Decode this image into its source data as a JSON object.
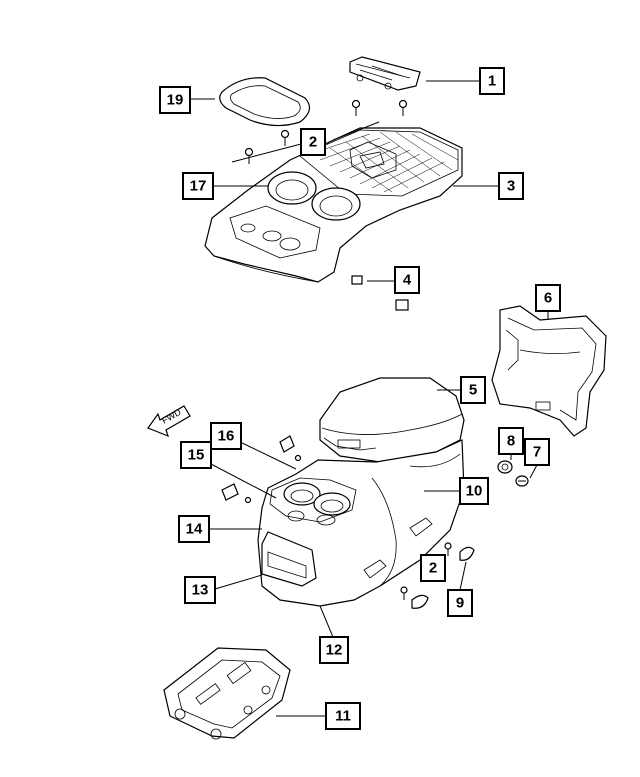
{
  "callouts": [
    {
      "id": "1",
      "label": "1"
    },
    {
      "id": "2a",
      "label": "2"
    },
    {
      "id": "3",
      "label": "3"
    },
    {
      "id": "4",
      "label": "4"
    },
    {
      "id": "5",
      "label": "5"
    },
    {
      "id": "6",
      "label": "6"
    },
    {
      "id": "7",
      "label": "7"
    },
    {
      "id": "8",
      "label": "8"
    },
    {
      "id": "9",
      "label": "9"
    },
    {
      "id": "10",
      "label": "10"
    },
    {
      "id": "11",
      "label": "11"
    },
    {
      "id": "12",
      "label": "12"
    },
    {
      "id": "13",
      "label": "13"
    },
    {
      "id": "14",
      "label": "14"
    },
    {
      "id": "15",
      "label": "15"
    },
    {
      "id": "16",
      "label": "16"
    },
    {
      "id": "17",
      "label": "17"
    },
    {
      "id": "19",
      "label": "19"
    },
    {
      "id": "2b",
      "label": "2"
    }
  ],
  "direction_arrow": {
    "label": "FWD"
  }
}
